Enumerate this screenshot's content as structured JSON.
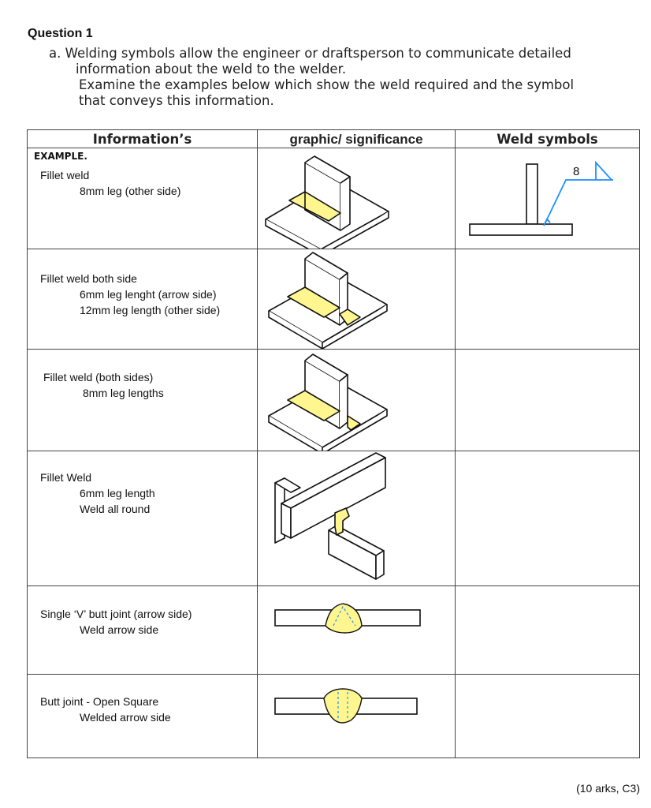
{
  "question": {
    "title": "Question 1",
    "lines": [
      "a.  Welding symbols allow the engineer or draftsperson to communicate detailed",
      "information about the weld to the welder.",
      "Examine the examples below which show the weld required and the symbol",
      "that conveys this information."
    ]
  },
  "table": {
    "headers": [
      "Information’s",
      "graphic/ significance",
      "Weld symbols"
    ],
    "example_label": "EXAMPLE.",
    "rows": [
      {
        "lines": [
          "Fillet weld",
          "8mm leg (other side)"
        ]
      },
      {
        "lines": [
          "Fillet weld both side",
          "6mm leg lenght (arrow side)",
          "12mm leg length (other side)"
        ]
      },
      {
        "lines": [
          "Fillet weld (both sides)",
          "8mm leg lengths"
        ]
      },
      {
        "lines": [
          "Fillet Weld",
          "6mm leg length",
          "Weld all round"
        ]
      },
      {
        "lines": [
          "Single ‘V’ butt joint (arrow side)",
          "Weld arrow side"
        ]
      },
      {
        "lines": [
          "Butt joint - Open Square",
          "Welded arrow side"
        ]
      }
    ],
    "example_symbol_value": "8"
  },
  "footer": "(10 arks, C3)",
  "colors": {
    "weld": "#fff68f",
    "arrow": "#1e90ff",
    "line": "#111111"
  }
}
